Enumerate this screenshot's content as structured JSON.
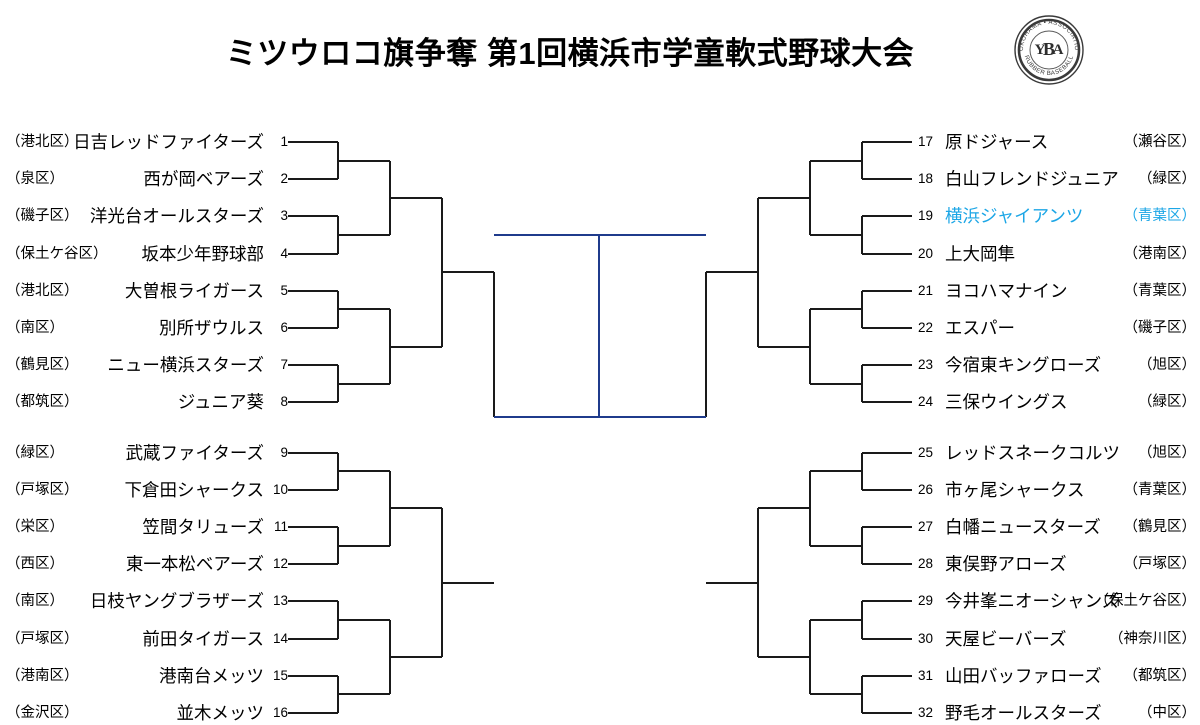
{
  "header": {
    "title": "ミツウロコ旗争奪 第1回横浜市学童軟式野球大会",
    "logo": {
      "name": "yokohama-rubber-baseball-association-emblem",
      "outer_text_top": "YOKOHAMA  ASSOCIATION",
      "outer_text_bottom": "RUBBER BASEBALL",
      "monogram": "YBA"
    }
  },
  "colors": {
    "line": "#1a1a1a",
    "final_line": "#1F3B8C",
    "highlight": "#1CA6E6",
    "text": "#000000",
    "background": "#ffffff"
  },
  "bracket": {
    "left_teams": [
      {
        "seed": "1",
        "name": "日吉レッドファイターズ",
        "ward": "（港北区）",
        "highlight": false
      },
      {
        "seed": "2",
        "name": "西が岡ベアーズ",
        "ward": "（泉区）",
        "highlight": false
      },
      {
        "seed": "3",
        "name": "洋光台オールスターズ",
        "ward": "（磯子区）",
        "highlight": false
      },
      {
        "seed": "4",
        "name": "坂本少年野球部",
        "ward": "（保土ケ谷区）",
        "highlight": false
      },
      {
        "seed": "5",
        "name": "大曽根ライガース",
        "ward": "（港北区）",
        "highlight": false
      },
      {
        "seed": "6",
        "name": "別所ザウルス",
        "ward": "（南区）",
        "highlight": false
      },
      {
        "seed": "7",
        "name": "ニュー横浜スターズ",
        "ward": "（鶴見区）",
        "highlight": false
      },
      {
        "seed": "8",
        "name": "ジュニア葵",
        "ward": "（都筑区）",
        "highlight": false
      },
      {
        "seed": "9",
        "name": "武蔵ファイターズ",
        "ward": "（緑区）",
        "highlight": false
      },
      {
        "seed": "10",
        "name": "下倉田シャークス",
        "ward": "（戸塚区）",
        "highlight": false
      },
      {
        "seed": "11",
        "name": "笠間タリューズ",
        "ward": "（栄区）",
        "highlight": false
      },
      {
        "seed": "12",
        "name": "東一本松ベアーズ",
        "ward": "（西区）",
        "highlight": false
      },
      {
        "seed": "13",
        "name": "日枝ヤングブラザーズ",
        "ward": "（南区）",
        "highlight": false
      },
      {
        "seed": "14",
        "name": "前田タイガース",
        "ward": "（戸塚区）",
        "highlight": false
      },
      {
        "seed": "15",
        "name": "港南台メッツ",
        "ward": "（港南区）",
        "highlight": false
      },
      {
        "seed": "16",
        "name": "並木メッツ",
        "ward": "（金沢区）",
        "highlight": false
      }
    ],
    "right_teams": [
      {
        "seed": "17",
        "name": "原ドジャース",
        "ward": "（瀬谷区）",
        "highlight": false
      },
      {
        "seed": "18",
        "name": "白山フレンドジュニア",
        "ward": "（緑区）",
        "highlight": false
      },
      {
        "seed": "19",
        "name": "横浜ジャイアンツ",
        "ward": "（青葉区）",
        "highlight": true
      },
      {
        "seed": "20",
        "name": "上大岡隼",
        "ward": "（港南区）",
        "highlight": false
      },
      {
        "seed": "21",
        "name": "ヨコハマナイン",
        "ward": "（青葉区）",
        "highlight": false
      },
      {
        "seed": "22",
        "name": "エスパー",
        "ward": "（磯子区）",
        "highlight": false
      },
      {
        "seed": "23",
        "name": "今宿東キングローズ",
        "ward": "（旭区）",
        "highlight": false
      },
      {
        "seed": "24",
        "name": "三保ウイングス",
        "ward": "（緑区）",
        "highlight": false
      },
      {
        "seed": "25",
        "name": "レッドスネークコルツ",
        "ward": "（旭区）",
        "highlight": false
      },
      {
        "seed": "26",
        "name": "市ヶ尾シャークス",
        "ward": "（青葉区）",
        "highlight": false
      },
      {
        "seed": "27",
        "name": "白幡ニュースターズ",
        "ward": "（鶴見区）",
        "highlight": false
      },
      {
        "seed": "28",
        "name": "東俣野アローズ",
        "ward": "（戸塚区）",
        "highlight": false
      },
      {
        "seed": "29",
        "name": "今井峯ニオーシャンズ",
        "ward": "（保土ケ谷区）",
        "highlight": false
      },
      {
        "seed": "30",
        "name": "天屋ビーバーズ",
        "ward": "（神奈川区）",
        "highlight": false
      },
      {
        "seed": "31",
        "name": "山田バッファローズ",
        "ward": "（都筑区）",
        "highlight": false
      },
      {
        "seed": "32",
        "name": "野毛オールスターズ",
        "ward": "（中区）",
        "highlight": false
      }
    ]
  }
}
